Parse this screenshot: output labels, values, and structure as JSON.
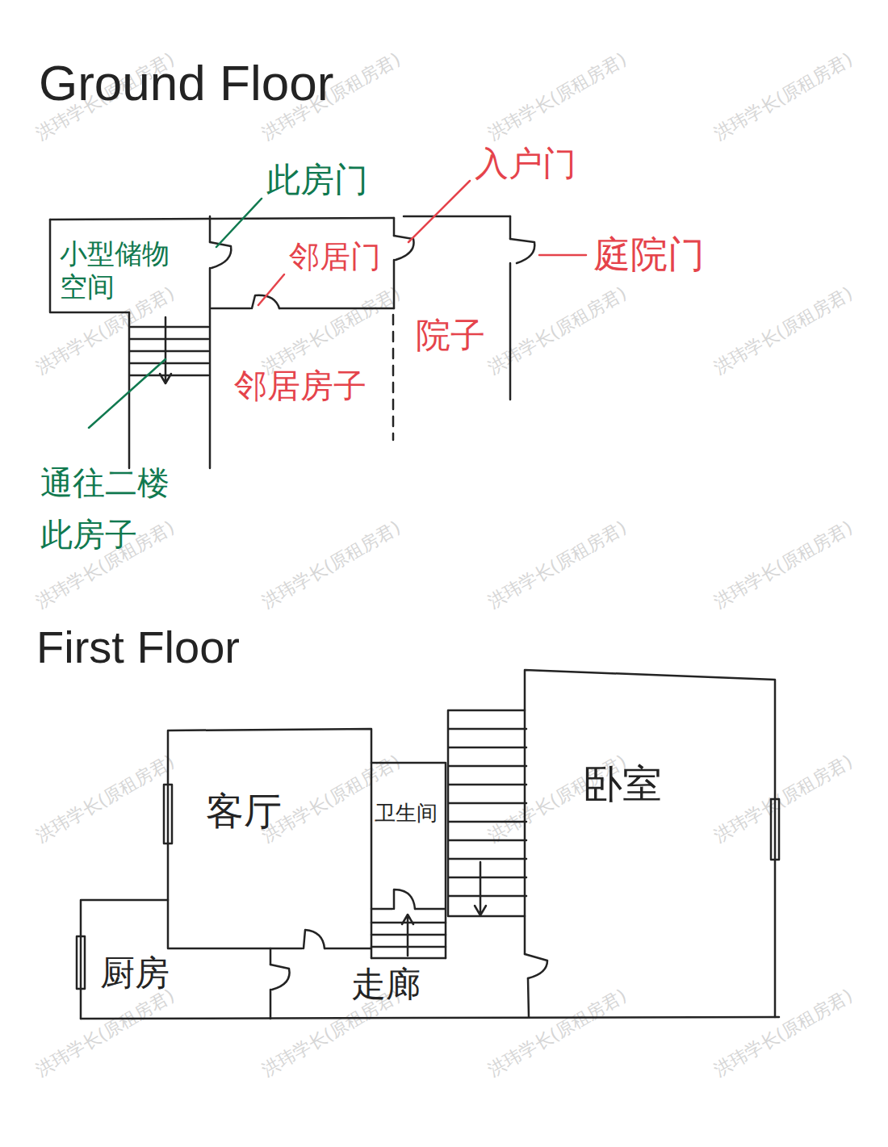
{
  "diagram": {
    "nodes": [
      {
        "text": [
          "小型储物 空间"
        ]
      },
      {
        "text": [
          "邻居房子"
        ]
      },
      {
        "text": [
          "院子"
        ]
      },
      {
        "text": [
          "客厅"
        ]
      },
      {
        "text": [
          "卫生间"
        ]
      },
      {
        "text": [
          "卧室"
        ]
      },
      {
        "text": [
          "厨房"
        ]
      },
      {
        "text": [
          "走廊"
        ]
      }
    ],
    "labels": [
      "Ground Floor",
      "此房门",
      "入户门",
      "邻居门",
      "庭院门",
      "通往二楼 此房子",
      "First Floor",
      "洪玮学长(原租房君)",
      "洪玮学长(原租房君)",
      "洪玮学长(原租房君)",
      "洪玮学长(原租房君)",
      "洪玮学长(原租房君)",
      "洪玮学长(原租房君)",
      "洪玮学长(原租房君)",
      "洪玮学长(原租房君)",
      "洪玮学长(原租房君)",
      "洪玮学长(原租房君)",
      "洪玮学长(原租房君)",
      "洪玮学长(原租房君)",
      "洪玮学长(原租房君)",
      "洪玮学长(原租房君)",
      "洪玮学长(原租房君)",
      "洪玮学长(原租房君)",
      "洪玮学长(原租房君)",
      "洪玮学长(原租房君)",
      "洪玮学长(原租房君)",
      "洪玮学长(原租房君)"
    ]
  }
}
